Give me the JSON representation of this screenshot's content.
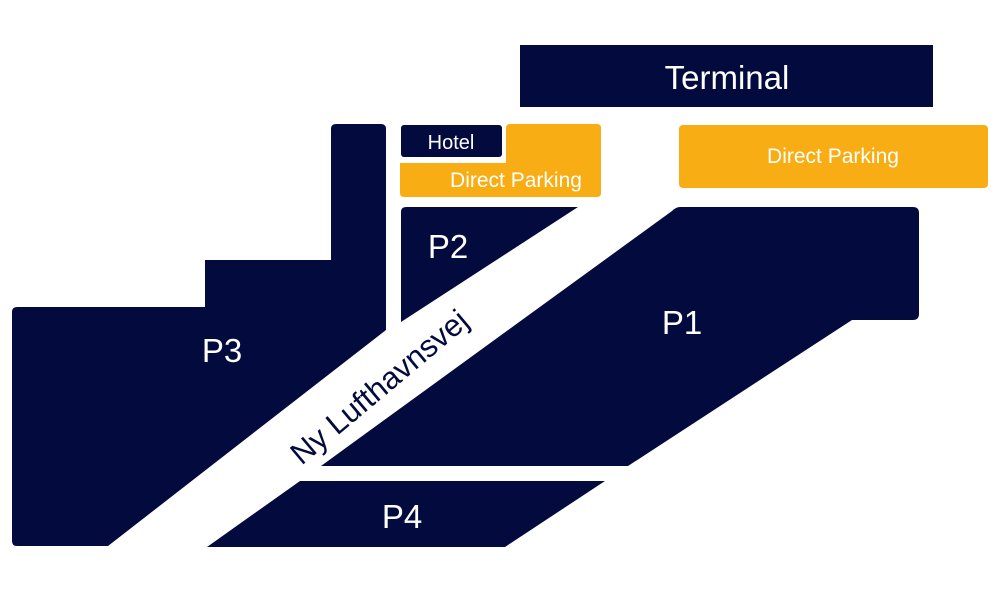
{
  "colors": {
    "zone": "#030b3e",
    "direct_parking": "#f8ad14",
    "background": "#ffffff",
    "label_light": "#ffffff",
    "label_road": "#030b3e"
  },
  "map": {
    "terminal": {
      "label": "Terminal"
    },
    "hotel": {
      "label": "Hotel"
    },
    "direct_parking_left": {
      "label": "Direct Parking"
    },
    "direct_parking_right": {
      "label": "Direct Parking"
    },
    "p1": {
      "label": "P1"
    },
    "p2": {
      "label": "P2"
    },
    "p3": {
      "label": "P3"
    },
    "p4": {
      "label": "P4"
    },
    "road": {
      "label": "Ny Lufthavnsvej"
    }
  }
}
